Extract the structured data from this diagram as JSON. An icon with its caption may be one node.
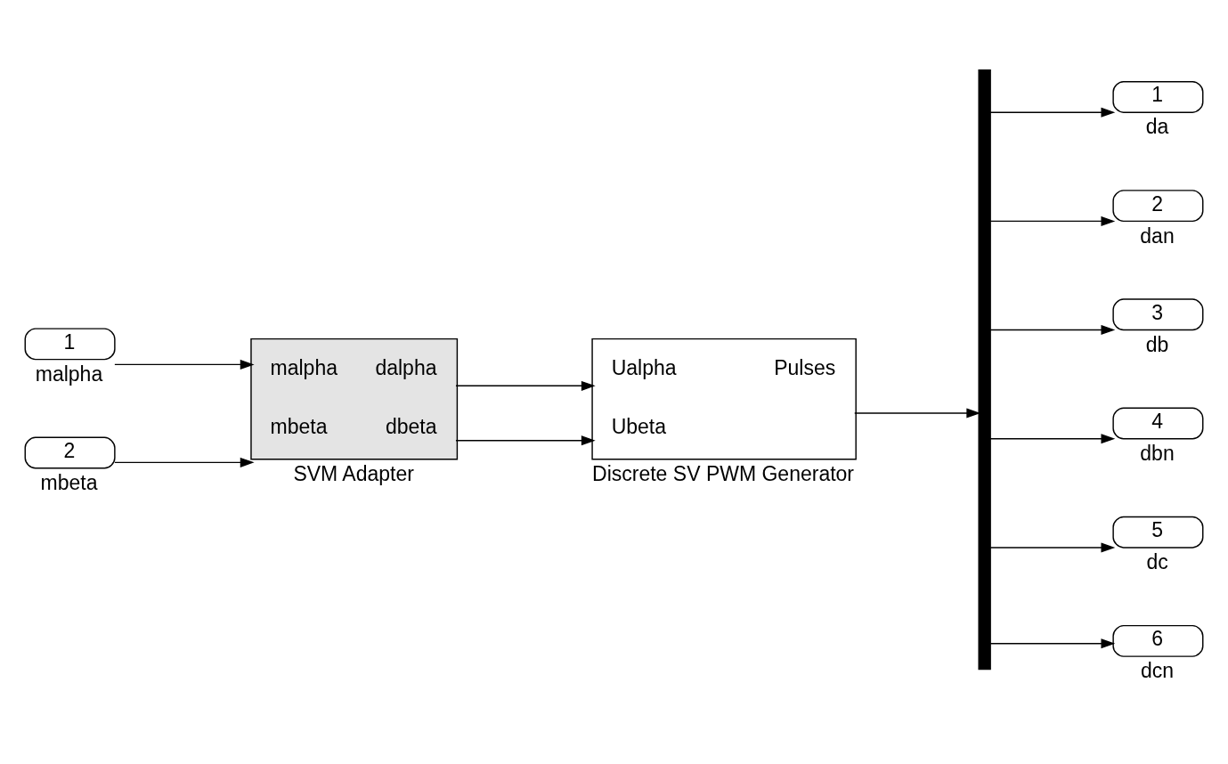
{
  "diagram": {
    "nodes": [
      {
        "text": [
          "1"
        ],
        "beside": [
          "malpha"
        ]
      },
      {
        "text": [
          "2"
        ],
        "beside": [
          "mbeta"
        ]
      },
      {
        "text": [
          "malpha",
          "dalpha",
          "mbeta",
          "dbeta"
        ],
        "beside": [
          "SVM Adapter"
        ]
      },
      {
        "text": [
          "Ualpha",
          "Ubeta",
          "Pulses"
        ],
        "beside": [
          "Discrete SV PWM Generator"
        ]
      },
      {
        "text": [],
        "shape": "bar"
      },
      {
        "text": [
          "1"
        ],
        "beside": [
          "da"
        ]
      },
      {
        "text": [
          "2"
        ],
        "beside": [
          "dan"
        ]
      },
      {
        "text": [
          "3"
        ],
        "beside": [
          "db"
        ]
      },
      {
        "text": [
          "4"
        ],
        "beside": [
          "dbn"
        ]
      },
      {
        "text": [
          "5"
        ],
        "beside": [
          "dc"
        ]
      },
      {
        "text": [
          "6"
        ],
        "beside": [
          "dcn"
        ]
      }
    ],
    "edges": [
      {
        "from": 0,
        "to": 2,
        "arrow": "to"
      },
      {
        "from": 1,
        "to": 2,
        "arrow": "to"
      },
      {
        "from": 2,
        "to": 3,
        "arrow": "to"
      },
      {
        "from": 2,
        "to": 3,
        "arrow": "to"
      },
      {
        "from": 3,
        "to": 4,
        "arrow": "to"
      },
      {
        "from": 4,
        "to": 5,
        "arrow": "to"
      },
      {
        "from": 4,
        "to": 6,
        "arrow": "to"
      },
      {
        "from": 4,
        "to": 7,
        "arrow": "to"
      },
      {
        "from": 4,
        "to": 8,
        "arrow": "to"
      },
      {
        "from": 4,
        "to": 9,
        "arrow": "to"
      },
      {
        "from": 4,
        "to": 10,
        "arrow": "to"
      }
    ]
  }
}
